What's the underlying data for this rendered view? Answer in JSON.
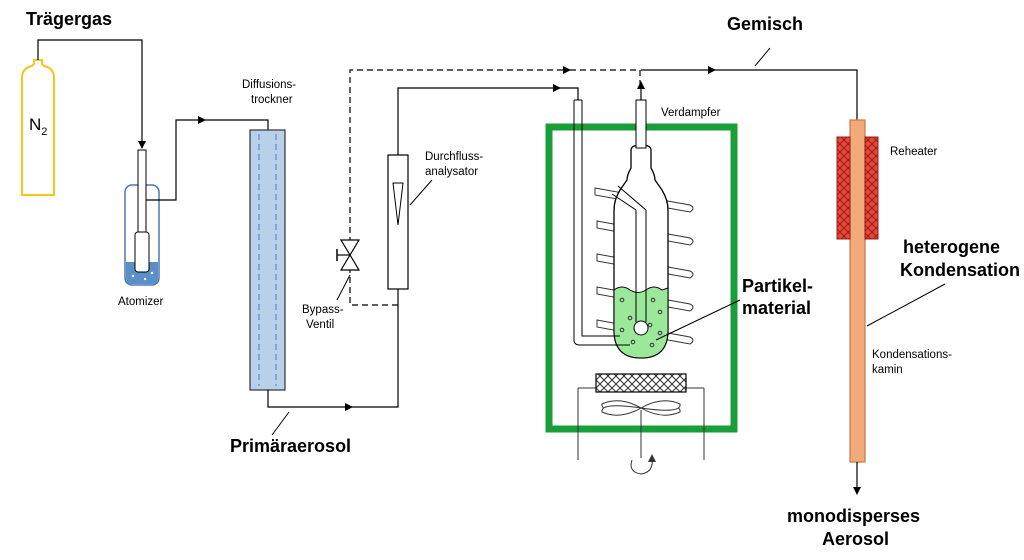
{
  "labels": {
    "traegergas": "Trägergas",
    "n2": "N",
    "n2_sub": "2",
    "atomizer": "Atomizer",
    "diffusion_line1": "Diffusions-",
    "diffusion_line2": "trockner",
    "primaeraerosol": "Primäraerosol",
    "bypass_line1": "Bypass-",
    "bypass_line2": "Ventil",
    "durchfluss_line1": "Durchfluss-",
    "durchfluss_line2": "analysator",
    "verdampfer": "Verdampfer",
    "partikel_line1": "Partikel-",
    "partikel_line2": "material",
    "gemisch": "Gemisch",
    "reheater": "Reheater",
    "hetero_line1": "heterogene",
    "hetero_line2": "Kondensation",
    "kamin_line1": "Kondensations-",
    "kamin_line2": "kamin",
    "mono_line1": "monodisperses",
    "mono_line2": "Aerosol"
  },
  "colors": {
    "gas_bottle": "#f5c518",
    "water": "#5b8fc9",
    "dryer_fill": "#b8d0ea",
    "dryer_stroke": "#4a78b5",
    "oven_green": "#1a9e3a",
    "liquid_green": "#9be89b",
    "reheater_red": "#e8473a",
    "kamin_orange": "#f2aa78",
    "kamin_stroke": "#c47a48"
  }
}
